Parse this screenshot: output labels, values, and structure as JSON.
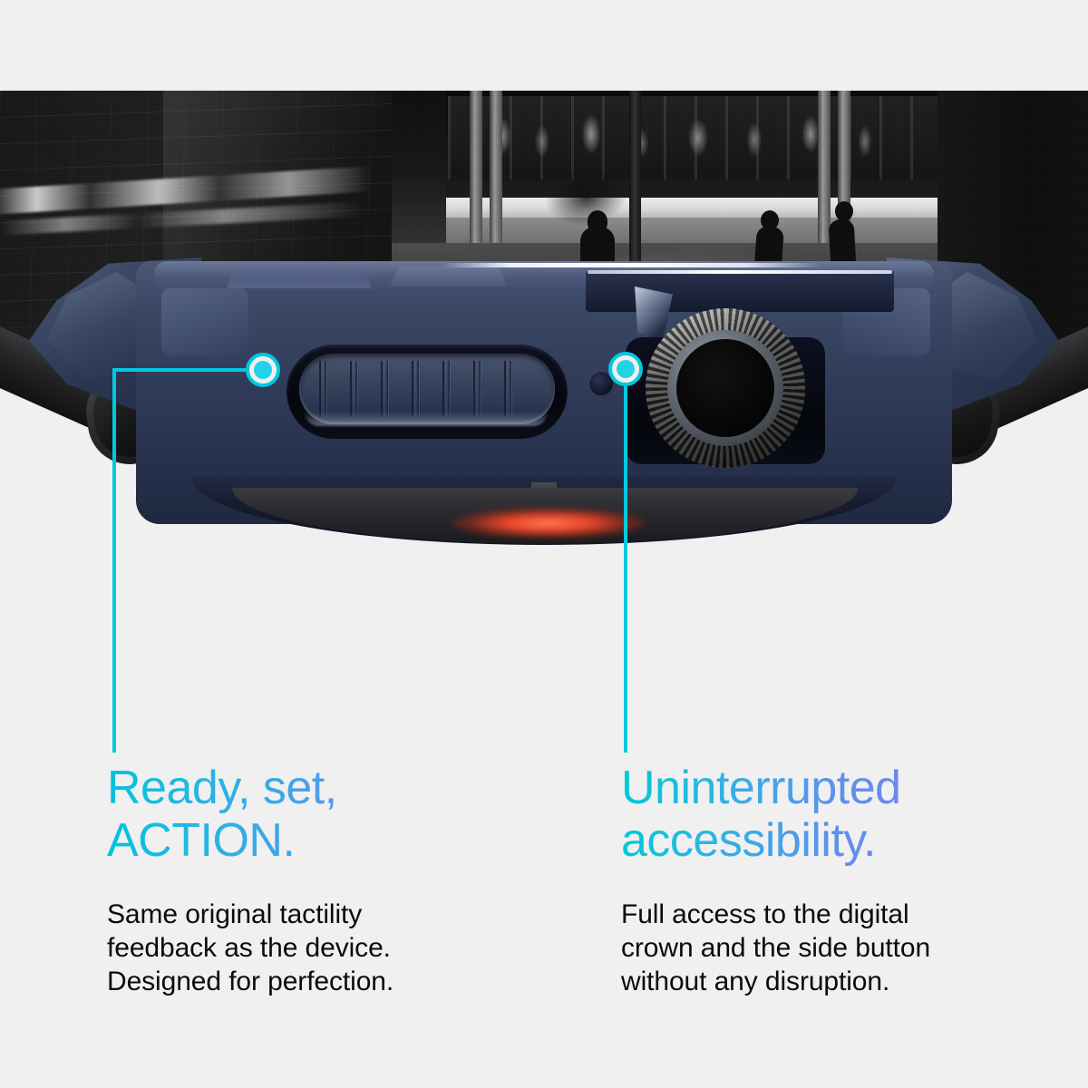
{
  "page": {
    "background_color": "#f0f0f0",
    "accent_cyan": "#00c8e0",
    "accent_violet": "#8a79f0",
    "case_color": "#2e3a57",
    "band_color": "#232325"
  },
  "hero": {
    "photo_alt": "black-and-white street photograph",
    "product_alt": "navy rugged smartwatch case, side profile"
  },
  "callouts": [
    {
      "id": "side-button",
      "marker_label": "side-button-marker",
      "headline": "Ready, set,\nACTION.",
      "body": "Same original tactility\nfeedback as the device.\nDesigned for perfection."
    },
    {
      "id": "digital-crown",
      "marker_label": "digital-crown-marker",
      "headline": "Uninterrupted\naccessibility.",
      "body": "Full access to the digital\ncrown and the side button\nwithout any disruption."
    }
  ]
}
